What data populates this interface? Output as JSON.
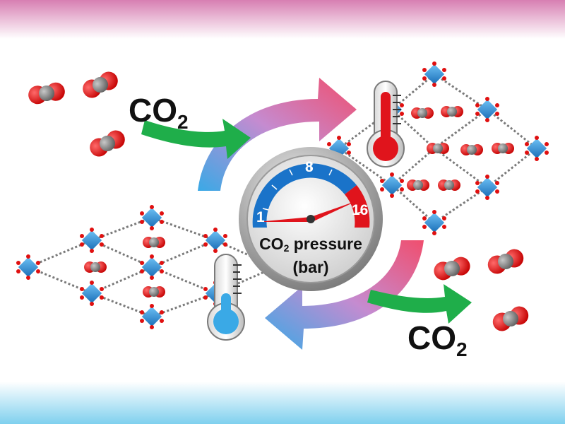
{
  "labels": {
    "co2_input": "CO",
    "co2_input_subscript": "2",
    "co2_output": "CO",
    "co2_output_subscript": "2"
  },
  "gauge": {
    "caption_line1_main": "CO",
    "caption_line1_subscript": "2",
    "caption_line1_rest": " pressure",
    "caption_line2": "(bar)",
    "tick_low": "1",
    "tick_mid": "8",
    "tick_high": "16",
    "needle_value": 13
  },
  "colors": {
    "band_top": "#d77fb2",
    "band_bottom": "#7fd0ee",
    "gauge_blue": "#1a73c9",
    "gauge_red": "#e0141c",
    "arrow_green": "#1fae4a",
    "arrow_pink": "#f04e6e",
    "arrow_blue": "#3aa9e6",
    "oxygen_red": "#e01010",
    "carbon_grey": "#8a8a8a",
    "metal_blue": "#2e8fd8"
  }
}
